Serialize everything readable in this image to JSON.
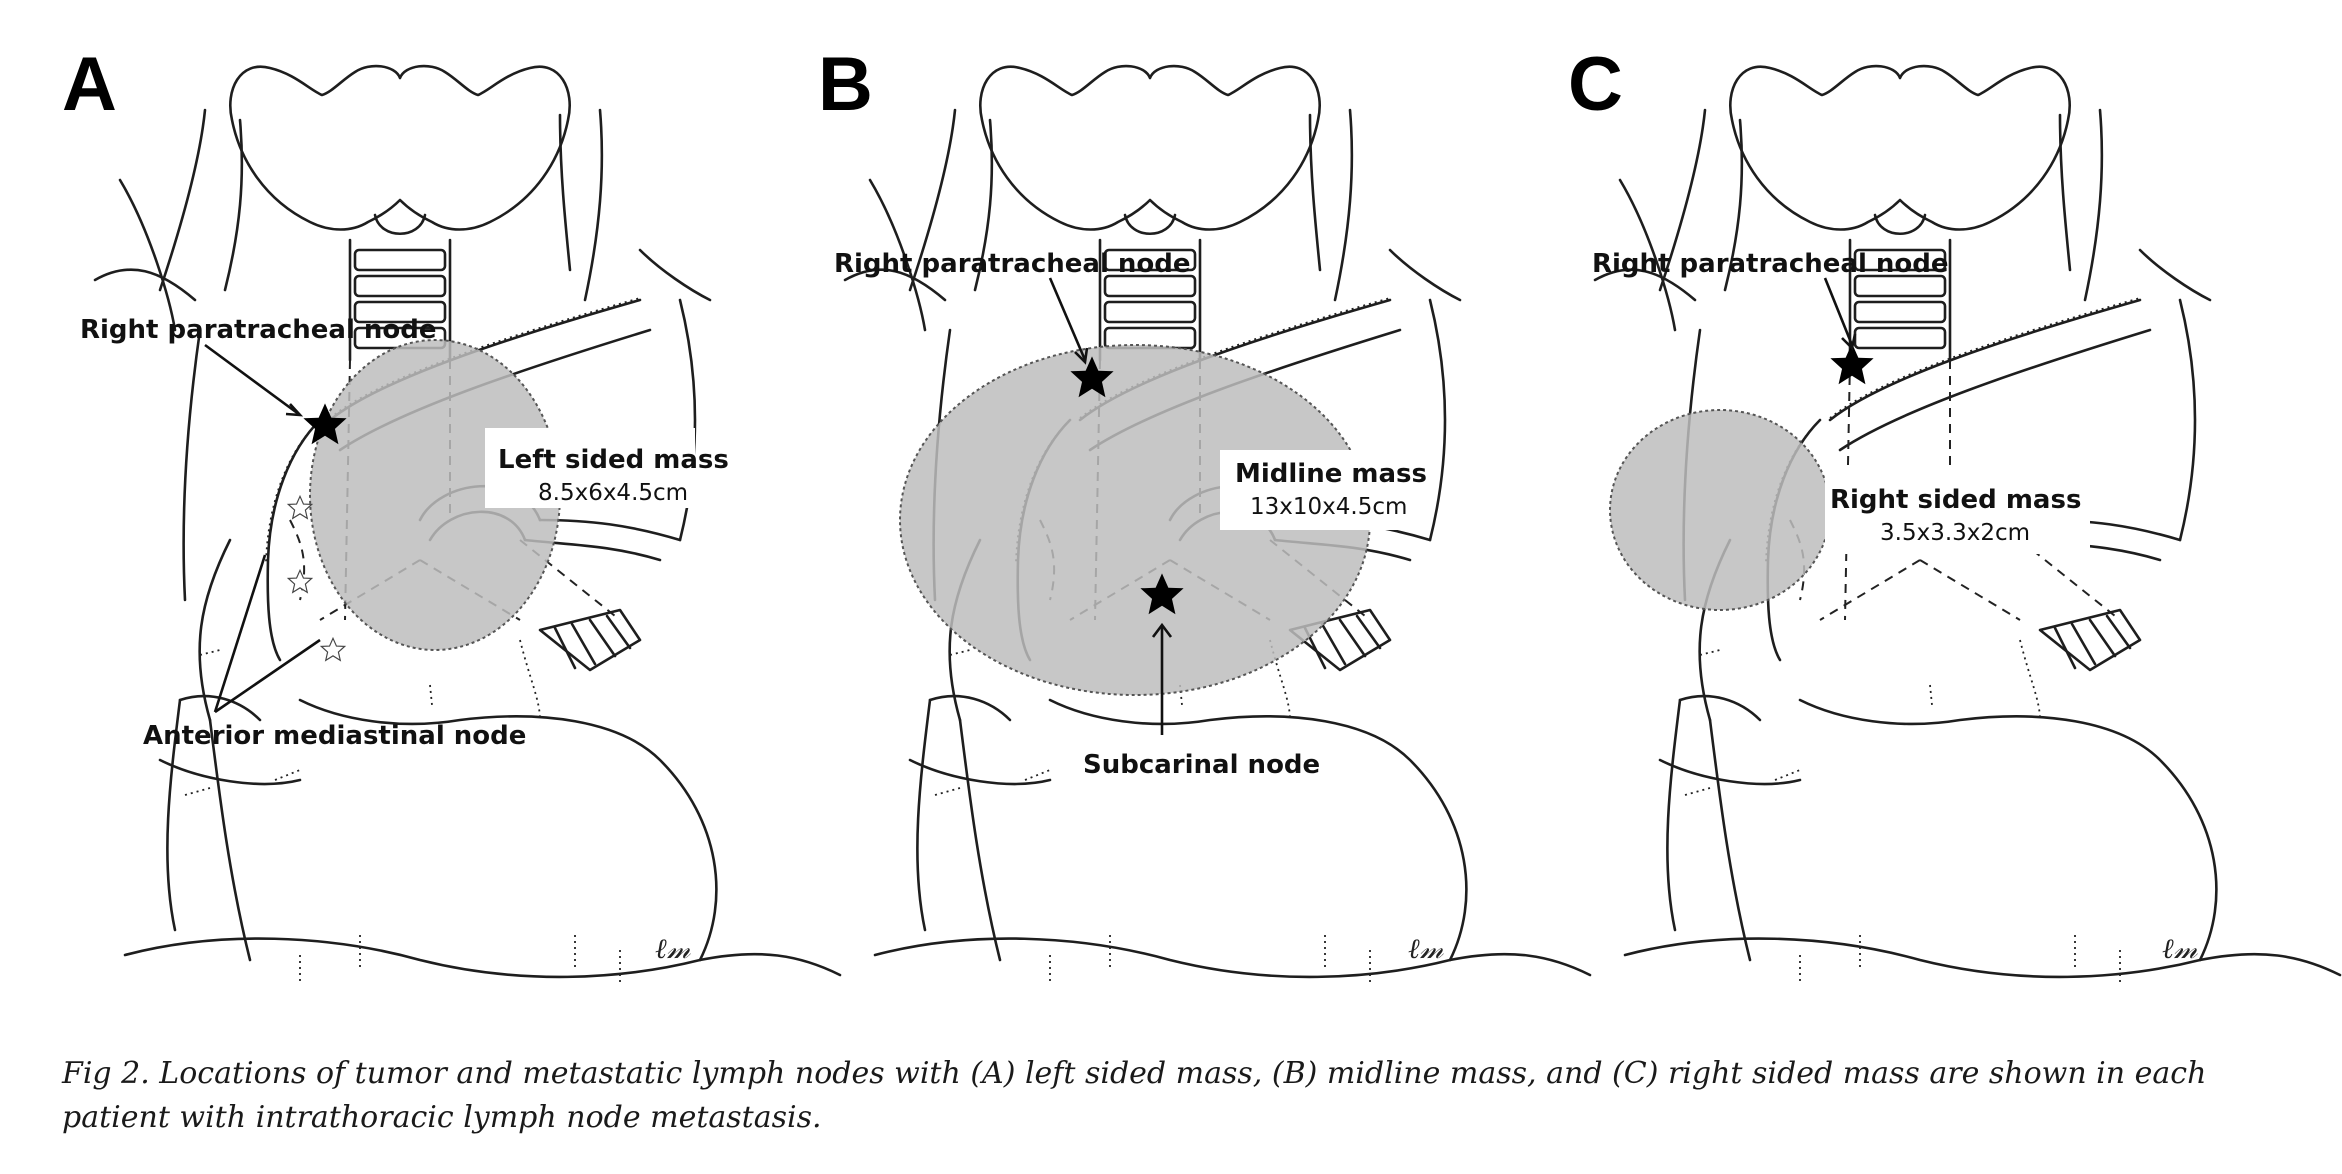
{
  "panels": [
    {
      "letter": "A",
      "labels": {
        "node1": "Right paratracheal node",
        "mass": "Left sided mass",
        "size": "8.5x6x4.5cm",
        "node2": "Anterior mediastinal node"
      }
    },
    {
      "letter": "B",
      "labels": {
        "node1": "Right paratracheal node",
        "mass": "Midline mass",
        "size": "13x10x4.5cm",
        "node2": "Subcarinal node"
      }
    },
    {
      "letter": "C",
      "labels": {
        "node1": "Right paratracheal node",
        "mass": "Right sided mass",
        "size": "3.5x3.3x2cm"
      }
    }
  ],
  "caption": "Fig 2.  Locations of tumor and metastatic lymph nodes with (A) left sided mass, (B) midline mass, and (C) right sided mass are shown in each patient with intrathoracic lymph node metastasis.",
  "colors": {
    "mass_fill": "#bdbdbd",
    "line": "#1e1e1e",
    "background": "#ffffff"
  },
  "icons": {
    "metastatic_node": "filled-star",
    "minor_node": "outline-star",
    "signature": "artist-signature"
  }
}
